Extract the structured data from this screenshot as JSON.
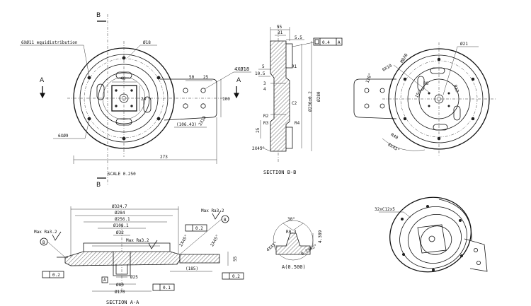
{
  "views": {
    "front": {
      "holes_note": "6XØ11 equidistribution",
      "d18": "Ø18",
      "thread": "4XØ18",
      "hole_d9": "6XØ9",
      "d40": "40",
      "d24": "24",
      "d50": "50",
      "d25": "25",
      "d100": "100",
      "d_extent": "(106.43)",
      "chamfer": "2X10",
      "overall": "273",
      "scale": "SCALE  0.250"
    },
    "section_bb": {
      "title": "SECTION  B-B",
      "w55": "55",
      "w31": "31",
      "d5_5": "5.5",
      "flatness": "0.4",
      "datum": "A",
      "d5": "5",
      "d10_5": "10.5",
      "d3": "3",
      "d4": "4",
      "r2": "R2",
      "r3": "R3",
      "r4": "R4",
      "c2": "C2",
      "d236": "Ø236±0.2",
      "d280": "Ø280",
      "depth": "25",
      "r1": "R1",
      "chamfer2": "2X45°"
    },
    "rear": {
      "d21": "Ø21",
      "bolt_m8": "M8X0",
      "deep": "6X10",
      "r8": "R8",
      "d15": "150",
      "r12": "R12",
      "angle1": "120°",
      "angle2": "R40",
      "m6": "6X45°"
    },
    "section_aa": {
      "title": "SECTION  A-A",
      "ra_top": "Max Ra3.2",
      "ra_left": "Max Ra3.2",
      "ra_mid": "Max Ra3.2",
      "d324": "Ø324.7",
      "d284": "Ø284",
      "d256": "Ø256.1",
      "d108": "Ø108.1",
      "d32": "Ø32",
      "d25": "Ø25",
      "d80": "Ø80",
      "d170": "Ø170",
      "ch1": "2X45°",
      "ch2": "2X45°",
      "ext": "(185)",
      "h55": "55",
      "tol1": "0.2",
      "tol2": "0.2",
      "tol3": "0.2",
      "tol4": "0.1",
      "datum_b": "B",
      "datum_a": "A"
    },
    "detail_a": {
      "title": "A(0.500)",
      "angle": "30°",
      "r03": "R0.3",
      "depth": "4.389",
      "chamfer": "4X45°",
      "d_small": "0.2X45°"
    },
    "iso": {
      "teeth": "32xC12x5"
    },
    "markers": {
      "b_top": "B",
      "b_bottom": "B",
      "a_left": "A",
      "a_right": "A",
      "circle_b1": "B",
      "circle_b2": "B"
    }
  }
}
